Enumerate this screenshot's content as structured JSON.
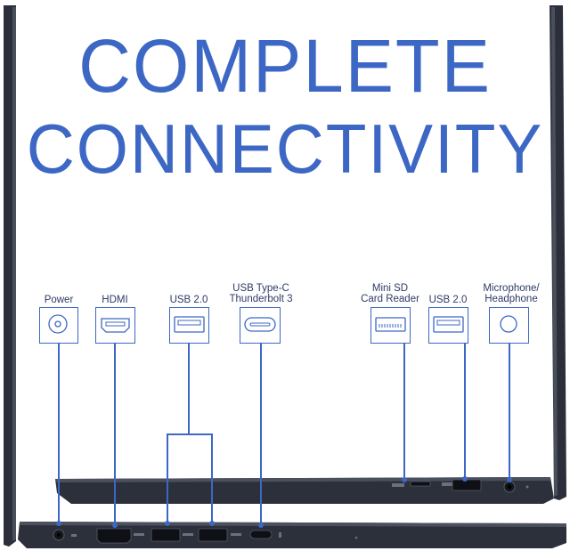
{
  "headline": {
    "line1": "COMPLETE",
    "line2": "CONNECTIVITY"
  },
  "ports": [
    {
      "name": "power",
      "label": "Power",
      "icon": "power-port-icon"
    },
    {
      "name": "hdmi",
      "label": "HDMI",
      "icon": "hdmi-port-icon"
    },
    {
      "name": "usb-left",
      "label": "USB 2.0",
      "icon": "usb-a-port-icon"
    },
    {
      "name": "usb-c",
      "label": "USB Type-C\nThunderbolt 3",
      "icon": "usb-c-port-icon"
    },
    {
      "name": "sd",
      "label": "Mini SD\nCard Reader",
      "icon": "sd-card-icon"
    },
    {
      "name": "usb-right",
      "label": "USB 2.0",
      "icon": "usb-a-port-icon"
    },
    {
      "name": "audio",
      "label": "Microphone/\nHeadphone",
      "icon": "audio-jack-icon"
    }
  ],
  "colors": {
    "accent": "#3d67c4",
    "laptop": "#2b2f3a",
    "text": "#2e3a66"
  }
}
